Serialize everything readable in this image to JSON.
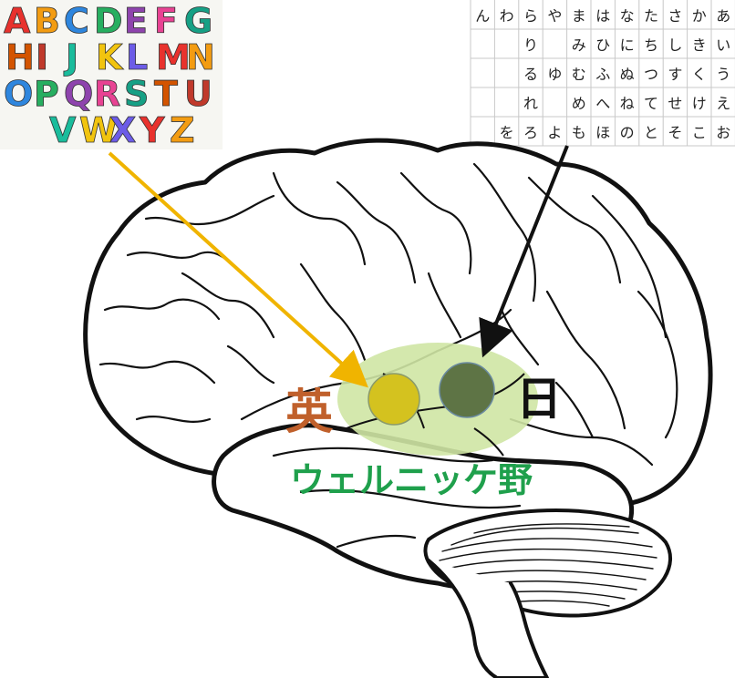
{
  "alphabet_image": {
    "rows": [
      "ABCDEFG",
      "HIJKLMN",
      "OPQRSTU",
      "VWXYZ"
    ],
    "letter_colors": [
      "#e8322d",
      "#f39c12",
      "#2e86de",
      "#27ae60",
      "#8e44ad",
      "#e84393",
      "#16a085",
      "#d35400",
      "#c0392b",
      "#1abc9c",
      "#f1c40f",
      "#6c5ce7"
    ]
  },
  "kana_table": {
    "columns": [
      [
        "ん",
        "",
        "",
        "",
        ""
      ],
      [
        "わ",
        "",
        "",
        "",
        "を"
      ],
      [
        "ら",
        "り",
        "る",
        "れ",
        "ろ"
      ],
      [
        "や",
        "",
        "ゆ",
        "",
        "よ"
      ],
      [
        "ま",
        "み",
        "む",
        "め",
        "も"
      ],
      [
        "は",
        "ひ",
        "ふ",
        "へ",
        "ほ"
      ],
      [
        "な",
        "に",
        "ぬ",
        "ね",
        "の"
      ],
      [
        "た",
        "ち",
        "つ",
        "て",
        "と"
      ],
      [
        "さ",
        "し",
        "す",
        "せ",
        "そ"
      ],
      [
        "か",
        "き",
        "く",
        "け",
        "こ"
      ],
      [
        "あ",
        "い",
        "う",
        "え",
        "お"
      ]
    ]
  },
  "labels": {
    "english": "英",
    "japanese": "日",
    "area": "ウェルニッケ野"
  },
  "colors": {
    "english": "#c0602b",
    "japanese": "#111111",
    "area_text": "#1fa04c",
    "area_fill": "#cfe6a4",
    "english_dot": "#d4c21f",
    "japanese_dot": "#5e7445",
    "english_arrow": "#f0b400",
    "japanese_arrow": "#111111",
    "brain_stroke": "#111111"
  }
}
